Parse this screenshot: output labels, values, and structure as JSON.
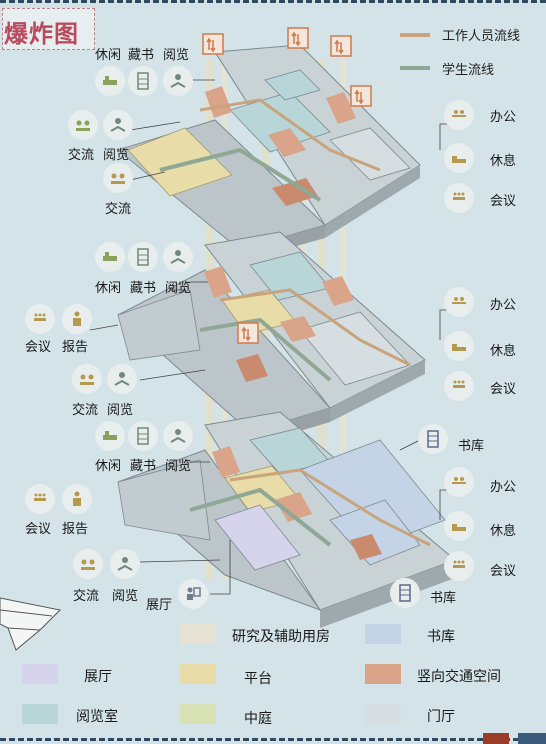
{
  "title": "爆炸图",
  "flow_legend": {
    "staff": {
      "label": "工作人员流线",
      "color": "#c9a37c"
    },
    "student": {
      "label": "学生流线",
      "color": "#8fa896"
    }
  },
  "labels": {
    "xiuxian": "休闲",
    "cangshu": "藏书",
    "yuelan": "阅览",
    "jiaoliu": "交流",
    "huiyi": "会议",
    "baogao": "报告",
    "bangong": "办公",
    "xiuxi": "休息",
    "shuku": "书库",
    "zhanting": "展厅"
  },
  "legend": [
    {
      "label": "研究及辅助用房",
      "color": "#e6e2d4"
    },
    {
      "label": "书库",
      "color": "#c4d4e6"
    },
    {
      "label": "展厅",
      "color": "#d6d4ec"
    },
    {
      "label": "平台",
      "color": "#e8dca8"
    },
    {
      "label": "竖向交通空间",
      "color": "#d9a48a"
    },
    {
      "label": "阅览室",
      "color": "#b8d6d8"
    },
    {
      "label": "中庭",
      "color": "#d8e2b4"
    },
    {
      "label": "门厅",
      "color": "#d6dee2"
    }
  ]
}
